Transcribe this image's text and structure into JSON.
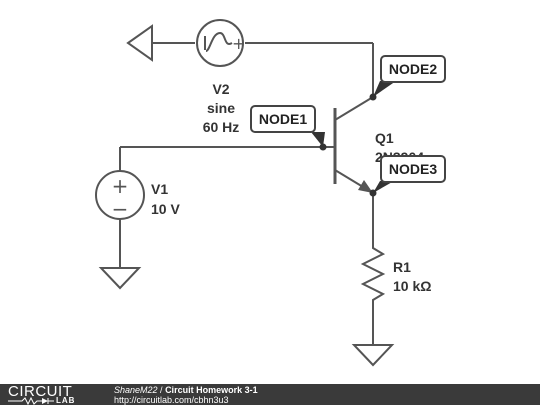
{
  "schematic": {
    "components": {
      "V2": {
        "name": "V2",
        "type": "sine",
        "freq": "60 Hz"
      },
      "V1": {
        "name": "V1",
        "value": "10 V",
        "plus": "+",
        "minus": "−"
      },
      "Q1": {
        "name": "Q1",
        "part": "2N3904"
      },
      "R1": {
        "name": "R1",
        "value": "10 kΩ"
      }
    },
    "nodes": [
      "NODE1",
      "NODE2",
      "NODE3"
    ],
    "v2_plus": "+"
  },
  "footer": {
    "logo_top": "CIRCUIT",
    "logo_bottom": "LAB",
    "author": "ShaneM22",
    "separator": " / ",
    "title": "Circuit Homework 3-1",
    "url": "http://circuitlab.com/cbhn3u3"
  },
  "colors": {
    "wire": "#555555",
    "label_bg": "#ffffff",
    "label_border": "#444444",
    "footer_bg": "#3a3a3a"
  }
}
